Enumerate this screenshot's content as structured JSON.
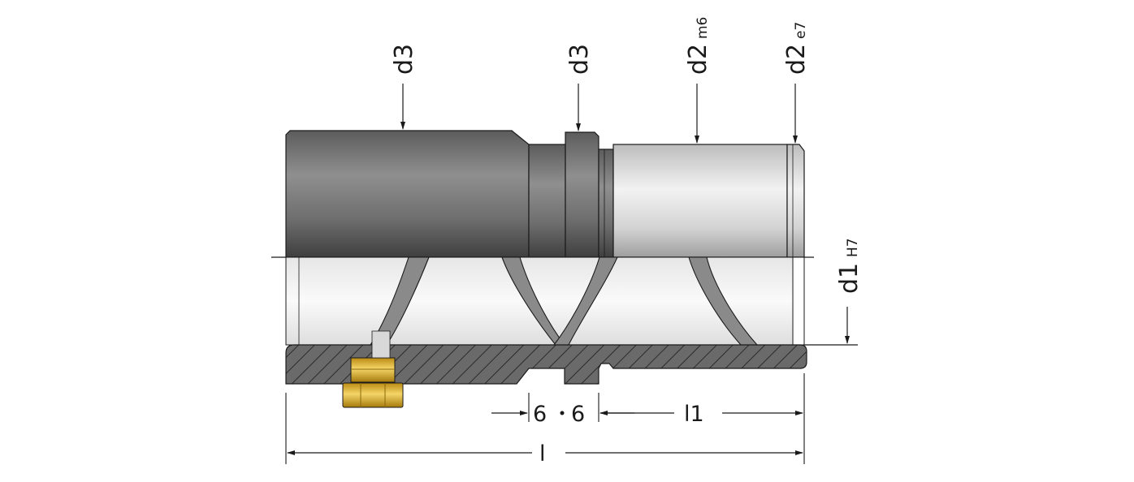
{
  "labels": {
    "d3_left": "d3",
    "d3_mid": "d3",
    "d2_m6": {
      "main": "d2",
      "tol": "m6"
    },
    "d2_e7": {
      "main": "d2",
      "tol": "e7"
    },
    "d1_H7": {
      "main": "d1",
      "tol": "H7"
    }
  },
  "dimensions": {
    "six_left": "6",
    "six_right": "6",
    "l1": "l1",
    "l": "l"
  },
  "colors": {
    "dark_steel": "#6f6f6f",
    "light_steel": "#d9d9d9",
    "bore": "#f1f1f1",
    "spring": "#8a8a8a",
    "brass": "#e0b531",
    "line": "#1a1a1a"
  }
}
